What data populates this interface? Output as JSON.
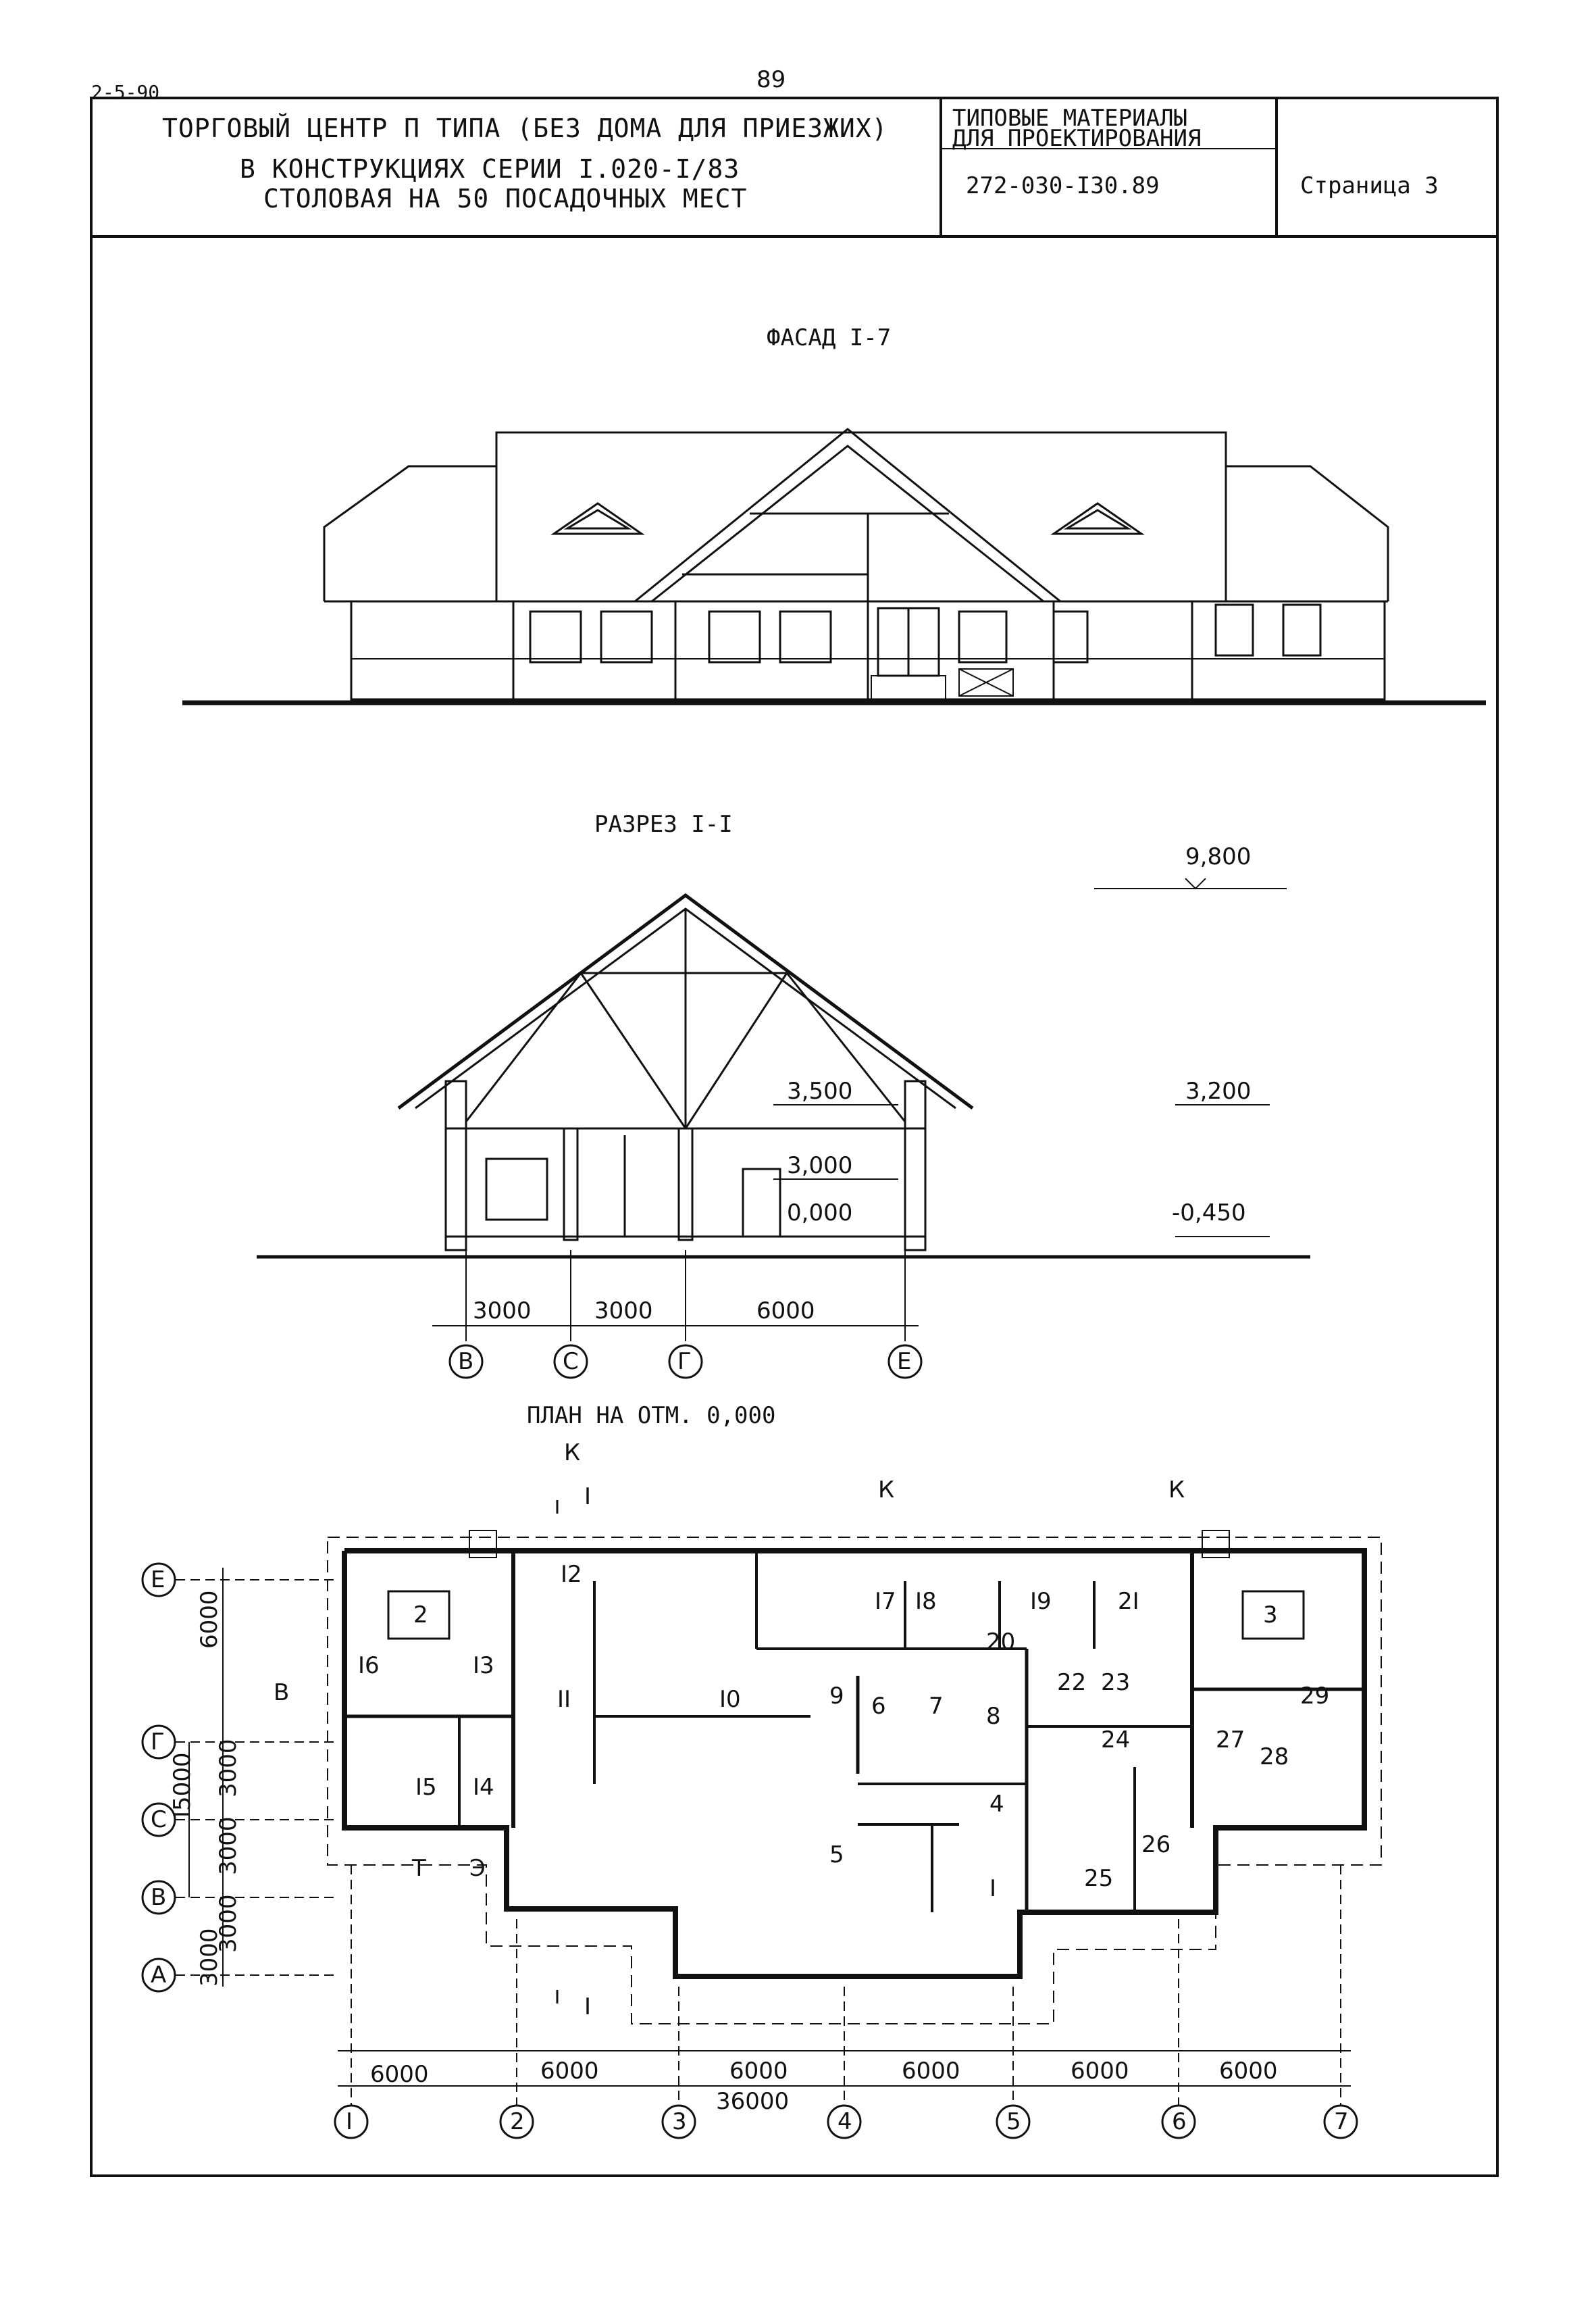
{
  "sheet": {
    "corner_code": "2-5-90",
    "page_number": "89",
    "title_lines": [
      "ТОРГОВЫЙ ЦЕНТР П ТИПА (БЕЗ ДОМА ДЛЯ ПРИЕЗЖИХ)",
      "В КОНСТРУКЦИЯХ СЕРИИ I.020-I/83",
      "СТОЛОВАЯ НА 50 ПОСАДОЧНЫХ МЕСТ"
    ],
    "series_label_lines": [
      "ТИПОВЫЕ МАТЕРИАЛЫ",
      "ДЛЯ ПРОЕКТИРОВАНИЯ"
    ],
    "doc_number": "272-030-I30.89",
    "page_label": "Страница 3"
  },
  "facade": {
    "title": "ФАСАД I-7"
  },
  "section": {
    "title": "РАЗРЕЗ I-I",
    "levels": [
      "9,800",
      "3,500",
      "3,200",
      "3,000",
      "0,000",
      "-0,450"
    ],
    "dims": [
      "3000",
      "3000",
      "6000"
    ],
    "axes": [
      "В",
      "С",
      "Г",
      "Е"
    ]
  },
  "plan": {
    "title": "ПЛАН НА ОТМ. 0,000",
    "markers": {
      "k": "К",
      "section_mark": "I",
      "b": "В",
      "t": "Т",
      "e": "Э"
    },
    "room_numbers": [
      "2",
      "3",
      "I6",
      "I3",
      "I2",
      "II",
      "I0",
      "I7",
      "I8",
      "I9",
      "2I",
      "20",
      "22",
      "23",
      "9",
      "6",
      "7",
      "8",
      "29",
      "24",
      "27",
      "28",
      "I5",
      "I4",
      "5",
      "4",
      "I",
      "25",
      "26"
    ],
    "left_axes": [
      "Е",
      "Г",
      "С",
      "В",
      "А"
    ],
    "left_dims": [
      "6000",
      "3000",
      "I5000",
      "3000",
      "3000",
      "3000"
    ],
    "bottom_dims": [
      "6000",
      "6000",
      "6000",
      "6000",
      "6000",
      "6000"
    ],
    "total_dim": "36000",
    "bottom_axes": [
      "I",
      "2",
      "3",
      "4",
      "5",
      "6",
      "7"
    ]
  }
}
